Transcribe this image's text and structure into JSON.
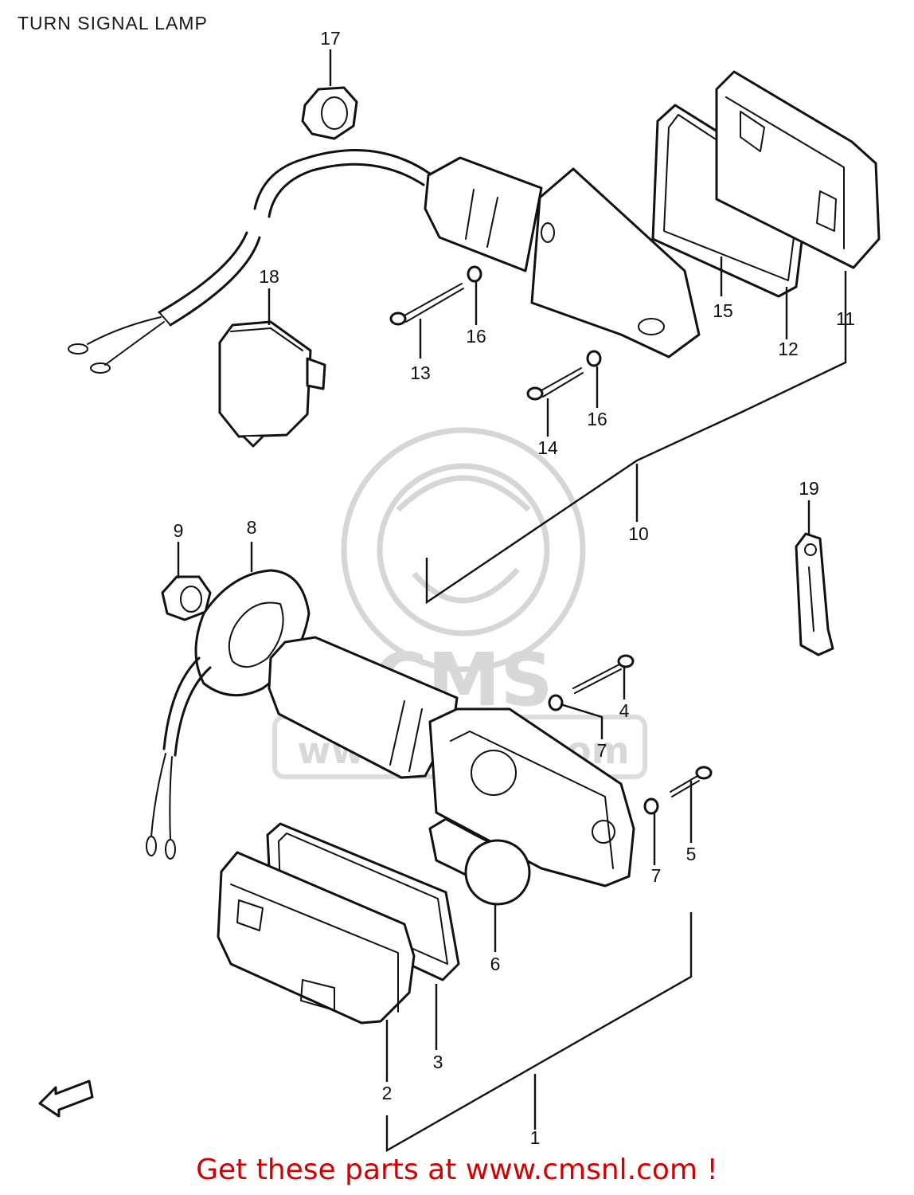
{
  "title": "TURN SIGNAL LAMP",
  "footer": "Get these parts at www.cmsnl.com !",
  "watermark": {
    "brand": "CMS",
    "url": "www.cmsnl.com"
  },
  "callouts": [
    "1",
    "2",
    "3",
    "4",
    "5",
    "6",
    "7",
    "7",
    "8",
    "9",
    "10",
    "11",
    "12",
    "13",
    "14",
    "15",
    "16",
    "16",
    "17",
    "18",
    "19"
  ],
  "colors": {
    "footer": "#d40000",
    "lines": "#111111",
    "watermark": "#d6d6d6"
  },
  "icons": {
    "front_arrow": "front-direction-arrow-icon"
  }
}
